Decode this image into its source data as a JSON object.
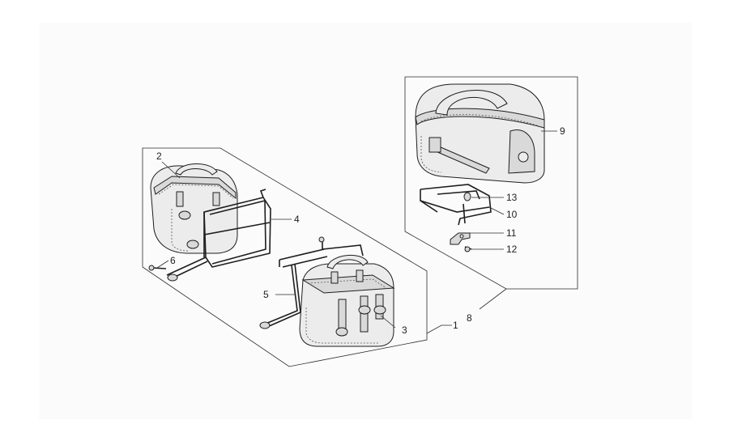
{
  "diagram": {
    "callouts": [
      {
        "id": "1",
        "text": "1"
      },
      {
        "id": "2",
        "text": "2"
      },
      {
        "id": "3",
        "text": "3"
      },
      {
        "id": "4",
        "text": "4"
      },
      {
        "id": "5",
        "text": "5"
      },
      {
        "id": "6",
        "text": "6"
      },
      {
        "id": "8",
        "text": "8"
      },
      {
        "id": "9",
        "text": "9"
      },
      {
        "id": "10",
        "text": "10"
      },
      {
        "id": "11",
        "text": "11"
      },
      {
        "id": "12",
        "text": "12"
      },
      {
        "id": "13",
        "text": "13"
      }
    ]
  }
}
